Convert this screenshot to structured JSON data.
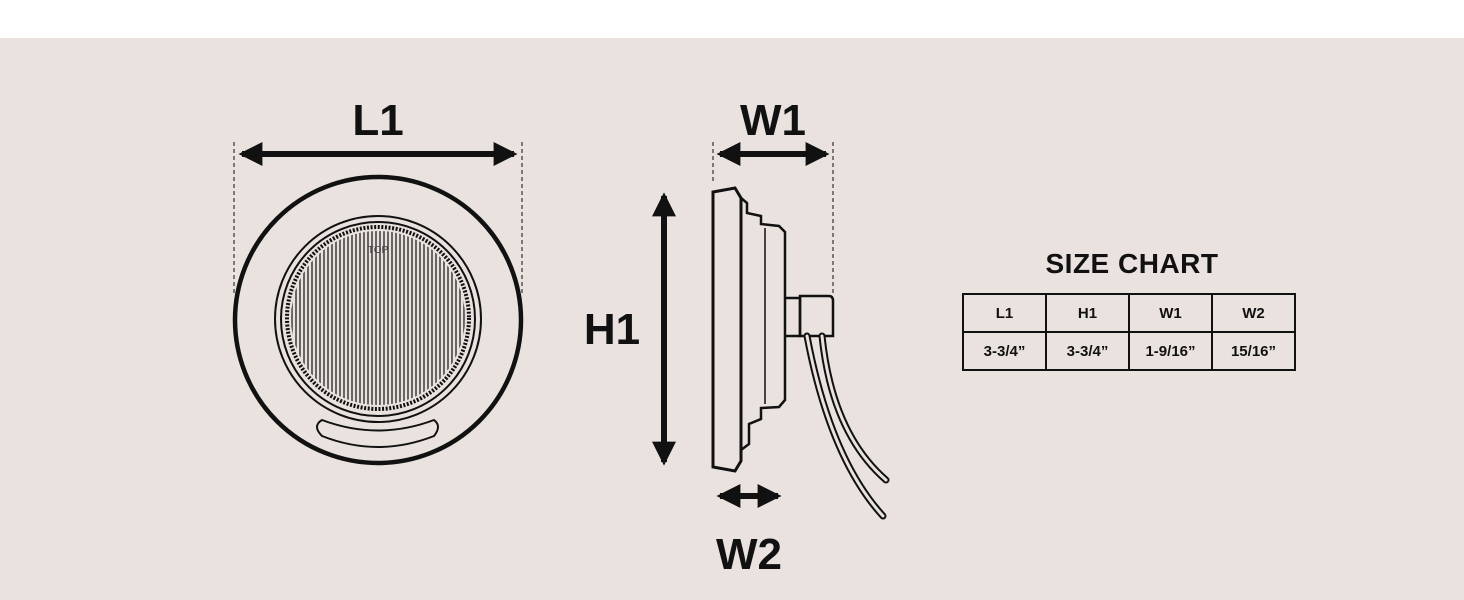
{
  "diagram": {
    "labels": {
      "length": "L1",
      "height": "H1",
      "width_total": "W1",
      "width_flange": "W2",
      "top_marker": "TOP"
    }
  },
  "size_chart": {
    "title": "SIZE CHART",
    "headers": [
      "L1",
      "H1",
      "W1",
      "W2"
    ],
    "values": [
      "3-3/4”",
      "3-3/4”",
      "1-9/16”",
      "15/16”"
    ]
  },
  "colors": {
    "background": "#e9e2df",
    "page": "#ffffff",
    "ink": "#111111"
  }
}
